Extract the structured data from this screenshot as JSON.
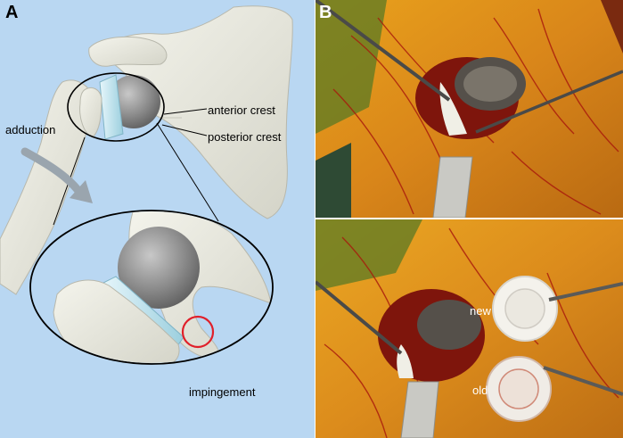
{
  "panels": {
    "a": {
      "letter": "A"
    },
    "b": {
      "letter": "B"
    }
  },
  "labels": {
    "anterior_crest": "anterior crest",
    "posterior_crest": "posterior crest",
    "adduction": "adduction",
    "impingement": "impingement",
    "new": "new",
    "old": "old"
  },
  "colors": {
    "background_a": "#b9d7f2",
    "bone": "#e9e9df",
    "implant_cup": "#bfe4ee",
    "humeral_head": "#8a8a8a",
    "arrow": "#9aa5ae",
    "highlight_circle": "#e0202a",
    "tissue": "#d98a14",
    "blood": "#a8170c"
  }
}
